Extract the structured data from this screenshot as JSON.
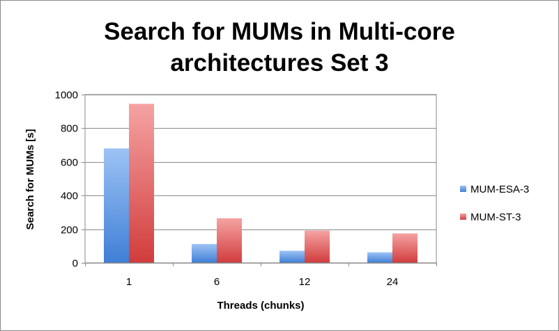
{
  "chart_data": {
    "type": "bar",
    "title_lines": [
      "Search for MUMs in Multi-core",
      "architectures Set 3"
    ],
    "xlabel": "Threads (chunks)",
    "ylabel": "Search for MUMs [s]",
    "categories": [
      "1",
      "6",
      "12",
      "24"
    ],
    "ylim": [
      0,
      1000
    ],
    "yticks": [
      0,
      200,
      400,
      600,
      800,
      1000
    ],
    "grid": true,
    "legend_position": "right",
    "series": [
      {
        "name": "MUM-ESA-3",
        "values": [
          680,
          112,
          72,
          63
        ],
        "color_top": "#9dc3f5",
        "color_bottom": "#3f7fd6"
      },
      {
        "name": "MUM-ST-3",
        "values": [
          945,
          265,
          192,
          175
        ],
        "color_top": "#f5a3a3",
        "color_bottom": "#d23c3c"
      }
    ]
  }
}
